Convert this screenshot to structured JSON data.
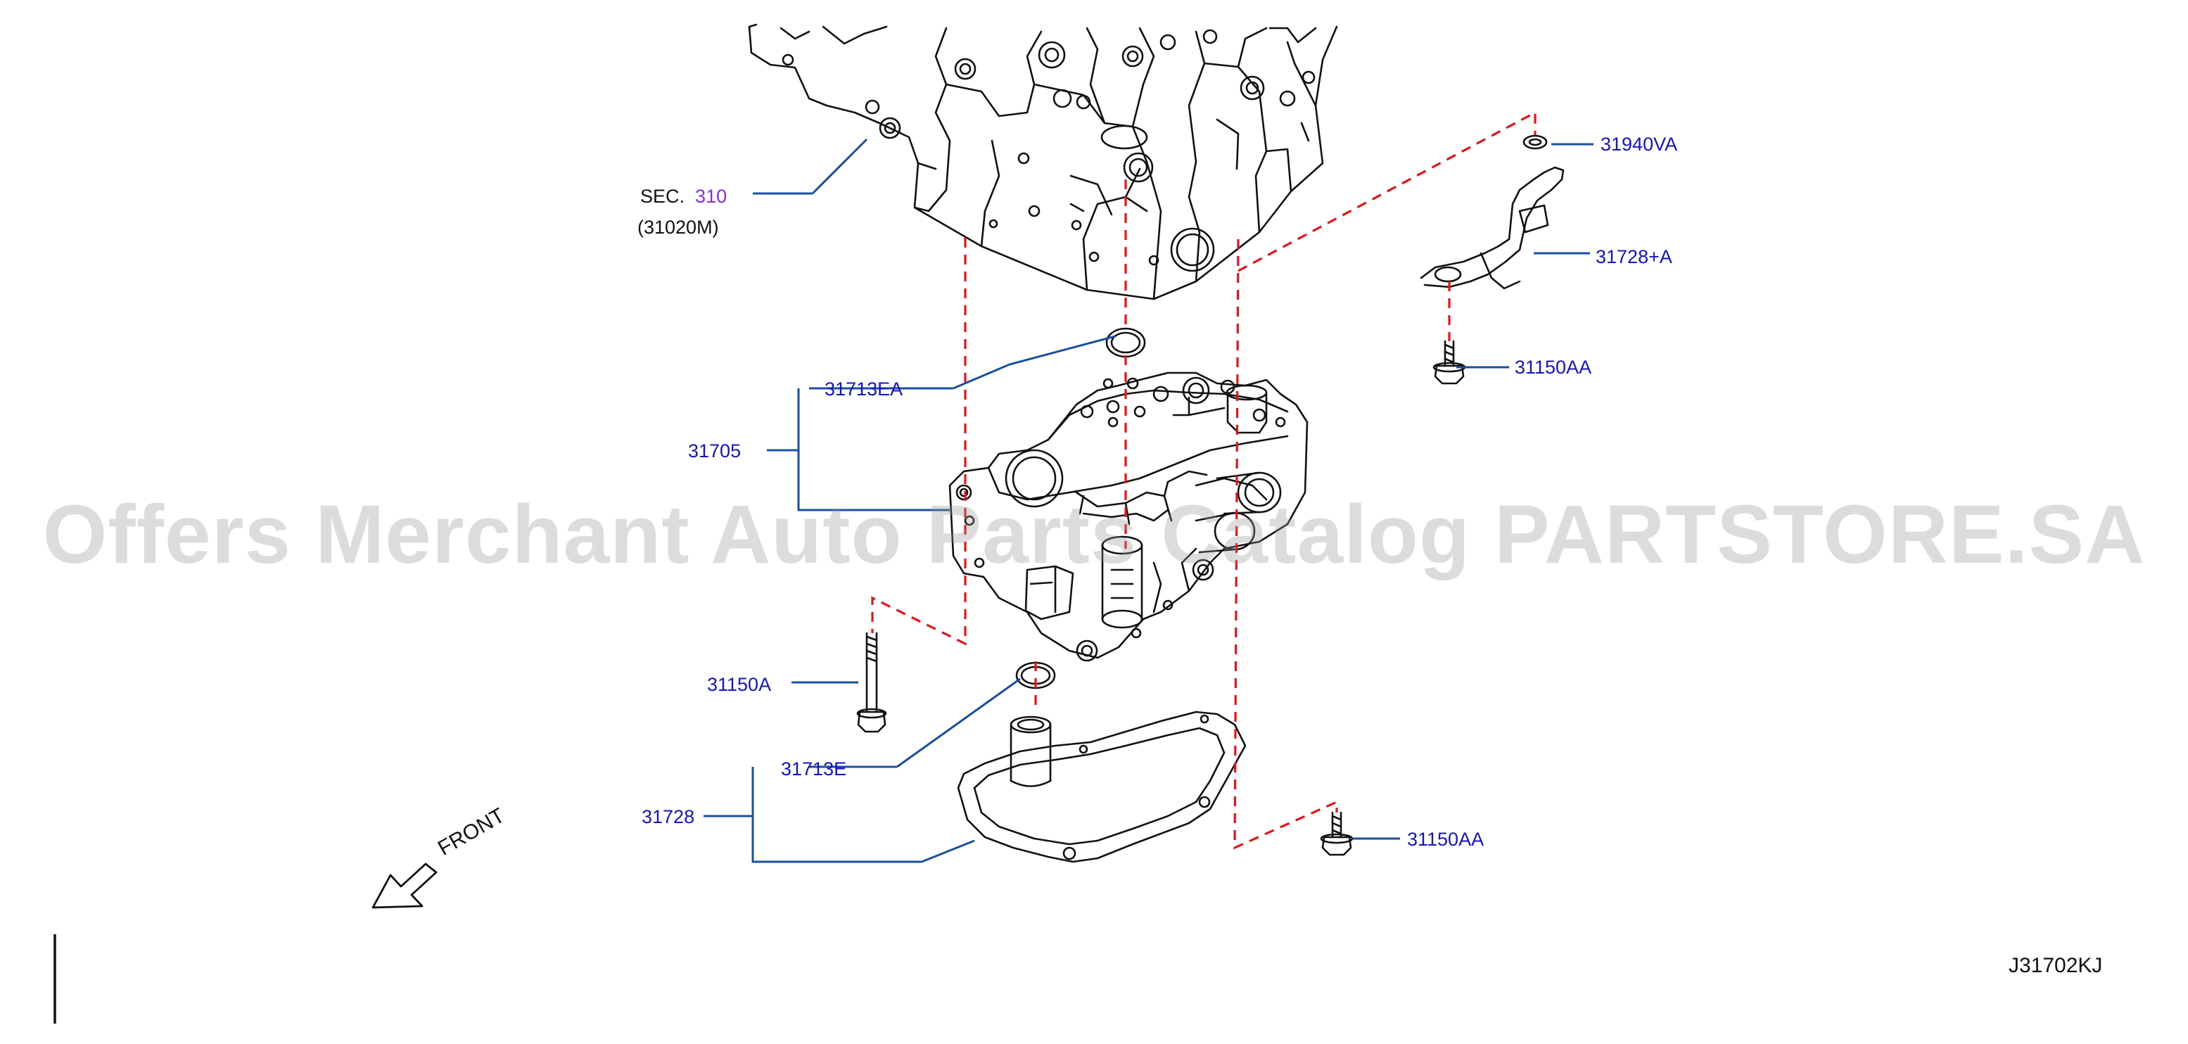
{
  "diagram": {
    "sec_label": "SEC.",
    "sec_number": "310",
    "sec_ref": "(31020M)",
    "parts": {
      "p31940VA": "31940VA",
      "p31728A": "31728+A",
      "p31150AA_top": "31150AA",
      "p31713EA": "31713EA",
      "p31705": "31705",
      "p31150A": "31150A",
      "p31713E": "31713E",
      "p31728": "31728",
      "p31150AA_bottom": "31150AA"
    },
    "front_label": "FRONT",
    "diagram_code": "J31702KJ",
    "watermark": "Offers Merchant Auto Parts Catalog PARTSTORE.SA"
  },
  "colors": {
    "leader": "#1a4fa0",
    "label_blue": "#1515c0",
    "sec_purple": "#8a2be2",
    "dash_red": "#e0161c",
    "line_black": "#111111",
    "watermark_gray": "#9a9a9a"
  }
}
